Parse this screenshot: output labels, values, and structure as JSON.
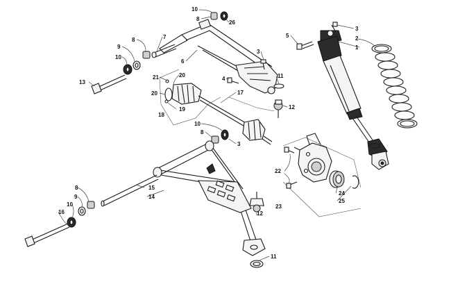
{
  "callouts": [
    {
      "id": "c10a",
      "text": "10"
    },
    {
      "id": "c8a",
      "text": "8"
    },
    {
      "id": "c26",
      "text": "26"
    },
    {
      "id": "c7",
      "text": "7"
    },
    {
      "id": "c8b",
      "text": "8"
    },
    {
      "id": "c9a",
      "text": "9"
    },
    {
      "id": "c10b",
      "text": "10"
    },
    {
      "id": "c6",
      "text": "6"
    },
    {
      "id": "c3a",
      "text": "3"
    },
    {
      "id": "c5",
      "text": "5"
    },
    {
      "id": "c3b",
      "text": "3"
    },
    {
      "id": "c1",
      "text": "1"
    },
    {
      "id": "c2",
      "text": "2"
    },
    {
      "id": "c13",
      "text": "13"
    },
    {
      "id": "c21",
      "text": "21"
    },
    {
      "id": "c20a",
      "text": "20"
    },
    {
      "id": "c4",
      "text": "4"
    },
    {
      "id": "c11a",
      "text": "11"
    },
    {
      "id": "c20b",
      "text": "20"
    },
    {
      "id": "c17",
      "text": "17"
    },
    {
      "id": "c19",
      "text": "19"
    },
    {
      "id": "c12a",
      "text": "12"
    },
    {
      "id": "c18",
      "text": "18"
    },
    {
      "id": "c10c",
      "text": "10"
    },
    {
      "id": "c8c",
      "text": "8"
    },
    {
      "id": "c3c",
      "text": "3"
    },
    {
      "id": "c22",
      "text": "22"
    },
    {
      "id": "c8d",
      "text": "8"
    },
    {
      "id": "c15",
      "text": "15"
    },
    {
      "id": "c14",
      "text": "14"
    },
    {
      "id": "c24",
      "text": "24"
    },
    {
      "id": "c9b",
      "text": "9"
    },
    {
      "id": "c25",
      "text": "25"
    },
    {
      "id": "c10d",
      "text": "10"
    },
    {
      "id": "c23",
      "text": "23"
    },
    {
      "id": "c16",
      "text": "16"
    },
    {
      "id": "c12b",
      "text": "12"
    },
    {
      "id": "c11b",
      "text": "11"
    }
  ]
}
